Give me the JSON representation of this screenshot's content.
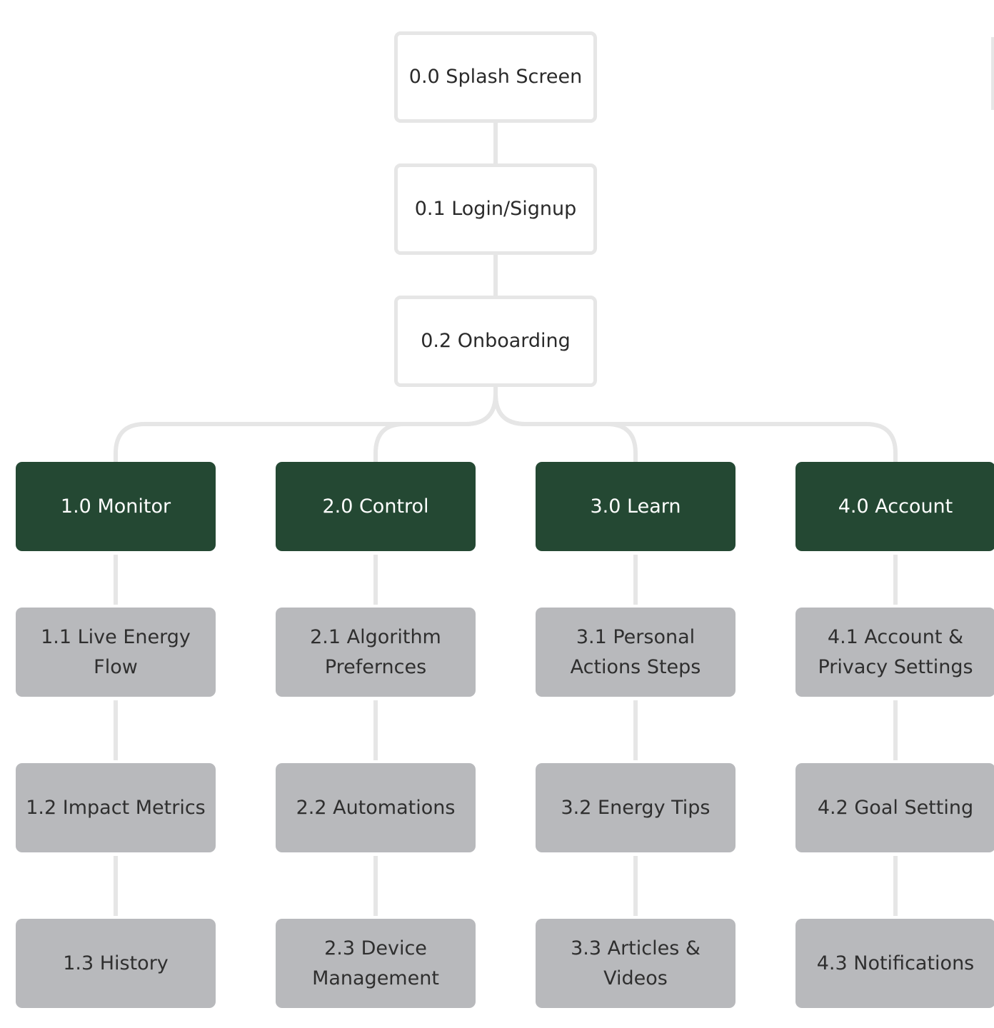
{
  "nodes": {
    "splash": "0.0 Splash Screen",
    "login": "0.1 Login/Signup",
    "onboarding": "0.2 Onboarding"
  },
  "sections": [
    {
      "title": "1.0 Monitor",
      "items": [
        "1.1 Live Energy\nFlow",
        "1.2 Impact Metrics",
        "1.3 History"
      ]
    },
    {
      "title": "2.0 Control",
      "items": [
        "2.1 Algorithm\nPrefernces",
        "2.2 Automations",
        "2.3 Device\nManagement"
      ]
    },
    {
      "title": "3.0 Learn",
      "items": [
        "3.1 Personal\nActions Steps",
        "3.2 Energy Tips",
        "3.3 Articles &\nVideos"
      ]
    },
    {
      "title": "4.0 Account",
      "items": [
        "4.1 Account &\nPrivacy Settings",
        "4.2 Goal Setting",
        "4.3 Notifications"
      ]
    }
  ],
  "colors": {
    "section_fill": "#244833",
    "item_fill": "#b8b9bc",
    "connector": "#e6e6e6",
    "top_border": "#e6e6e6"
  }
}
